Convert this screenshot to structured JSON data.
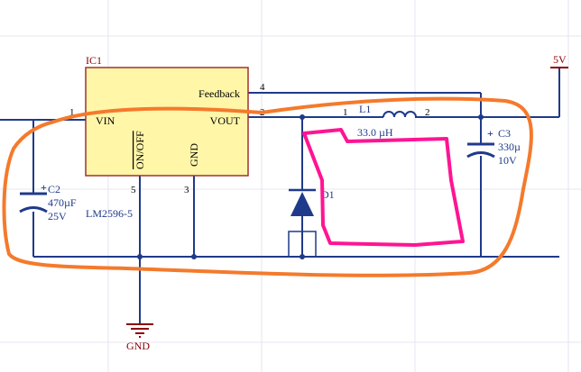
{
  "ic": {
    "designator": "IC1",
    "part": "LM2596-5",
    "pins": {
      "vin": {
        "num": "1",
        "label": "VIN"
      },
      "vout": {
        "num": "2",
        "label": "VOUT"
      },
      "feedback": {
        "num": "4",
        "label": "Feedback"
      },
      "gnd": {
        "num": "3",
        "label": "GND"
      },
      "onoff": {
        "num": "5",
        "label": "ON/OFF"
      }
    }
  },
  "c2": {
    "designator": "C2",
    "value": "470µF",
    "voltage": "25V"
  },
  "c3": {
    "designator": "C3",
    "value": "330µ",
    "voltage": "10V"
  },
  "l1": {
    "designator": "L1",
    "value": "33.0 µH",
    "pin1": "1",
    "pin2": "2"
  },
  "d1": {
    "designator": "D1"
  },
  "power": {
    "label": "5V"
  },
  "ground": {
    "label": "GND"
  },
  "colors": {
    "wire": "#1f3a8a",
    "label_red": "#8b0000",
    "ic_fill": "#fff6a8",
    "ic_border": "#a03030",
    "annotation_orange": "#f47a2c",
    "annotation_pink": "#ff1493",
    "grid": "#e4e4f0"
  }
}
